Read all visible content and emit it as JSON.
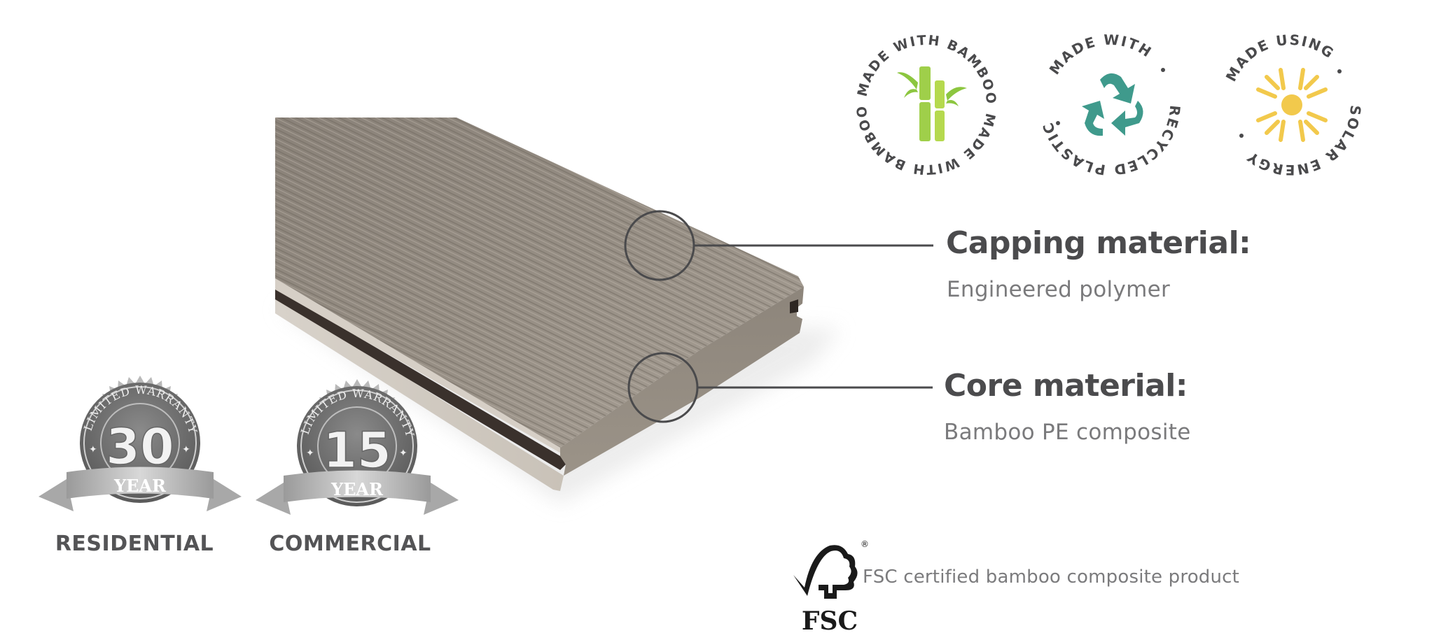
{
  "eco_badges": [
    {
      "id": "bamboo",
      "icon": "bamboo-icon",
      "ring_text_top": "MADE WITH BAMBOO",
      "ring_text_bottom": "MADE WITH BAMBOO",
      "color": "#8cc63f"
    },
    {
      "id": "recycled",
      "icon": "recycle-icon",
      "ring_text_top": "MADE WITH",
      "ring_text_bottom": "RECYCLED PLASTIC",
      "color": "#2e8b7e"
    },
    {
      "id": "solar",
      "icon": "sun-icon",
      "ring_text_top": "MADE USING",
      "ring_text_bottom": "SOLAR ENERGY",
      "color": "#f2c94c"
    }
  ],
  "callouts": {
    "capping": {
      "title": "Capping material:",
      "value": "Engineered polymer"
    },
    "core": {
      "title": "Core material:",
      "value": "Bamboo PE composite"
    }
  },
  "warranties": [
    {
      "years": "30",
      "ring_text": "LIMITED WARRANTY",
      "ribbon": "YEAR",
      "label": "RESIDENTIAL"
    },
    {
      "years": "15",
      "ring_text": "LIMITED WARRANTY",
      "ribbon": "YEAR",
      "label": "COMMERCIAL"
    }
  ],
  "certification": {
    "logo_text": "FSC",
    "registered_mark": "®",
    "description": "FSC certified bamboo composite product"
  },
  "colors": {
    "text_dark": "#4b4b4d",
    "text_light": "#7a7a7c",
    "board_top": "#8f877d",
    "board_edge": "#a49c90",
    "leader_line": "#4a4a4c"
  }
}
